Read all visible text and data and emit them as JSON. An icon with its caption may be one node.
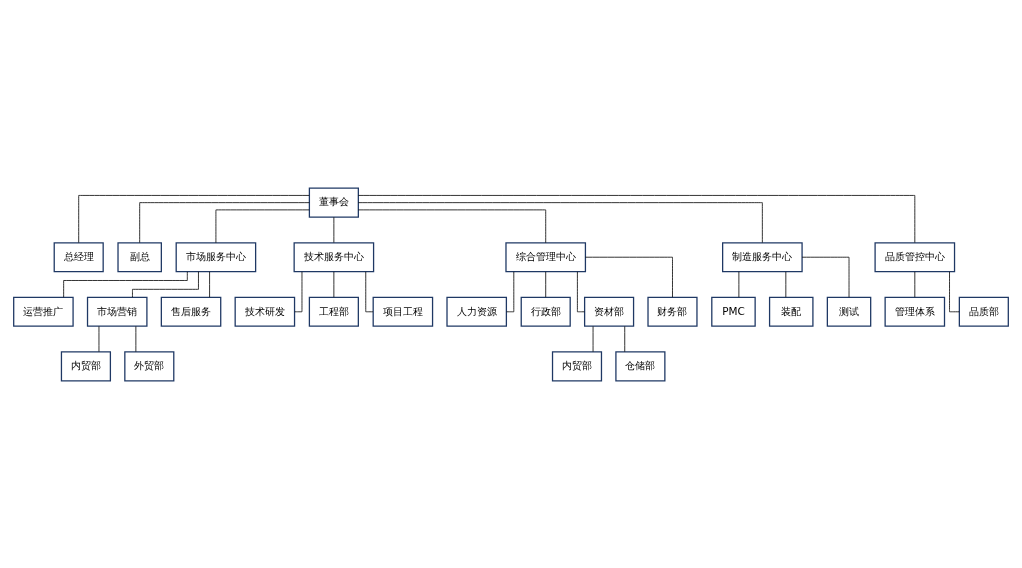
{
  "diagram": {
    "nodes": [
      {
        "text": [
          "董事会"
        ]
      },
      {
        "text": [
          "总经理"
        ]
      },
      {
        "text": [
          "副总"
        ]
      },
      {
        "text": [
          "市场服务中心"
        ]
      },
      {
        "text": [
          "技术服务中心"
        ]
      },
      {
        "text": [
          "综合管理中心"
        ]
      },
      {
        "text": [
          "制造服务中心"
        ]
      },
      {
        "text": [
          "品质管控中心"
        ]
      },
      {
        "text": [
          "运营推广"
        ]
      },
      {
        "text": [
          "市场营销"
        ]
      },
      {
        "text": [
          "售后服务"
        ]
      },
      {
        "text": [
          "技术研发"
        ]
      },
      {
        "text": [
          "工程部"
        ]
      },
      {
        "text": [
          "项目工程"
        ]
      },
      {
        "text": [
          "人力资源"
        ]
      },
      {
        "text": [
          "行政部"
        ]
      },
      {
        "text": [
          "资材部"
        ]
      },
      {
        "text": [
          "财务部"
        ]
      },
      {
        "text": [
          "PMC"
        ]
      },
      {
        "text": [
          "装配"
        ]
      },
      {
        "text": [
          "测试"
        ]
      },
      {
        "text": [
          "管理体系"
        ]
      },
      {
        "text": [
          "品质部"
        ]
      },
      {
        "text": [
          "内贸部"
        ]
      },
      {
        "text": [
          "外贸部"
        ]
      },
      {
        "text": [
          "内贸部"
        ]
      },
      {
        "text": [
          "仓储部"
        ]
      }
    ],
    "edges": [
      {
        "from": 0,
        "to": 1,
        "arrow": "none"
      },
      {
        "from": 0,
        "to": 2,
        "arrow": "none"
      },
      {
        "from": 0,
        "to": 3,
        "arrow": "none"
      },
      {
        "from": 0,
        "to": 4,
        "arrow": "none"
      },
      {
        "from": 0,
        "to": 5,
        "arrow": "none"
      },
      {
        "from": 0,
        "to": 6,
        "arrow": "none"
      },
      {
        "from": 0,
        "to": 7,
        "arrow": "none"
      },
      {
        "from": 3,
        "to": 8,
        "arrow": "none"
      },
      {
        "from": 3,
        "to": 9,
        "arrow": "none"
      },
      {
        "from": 3,
        "to": 10,
        "arrow": "none"
      },
      {
        "from": 4,
        "to": 11,
        "arrow": "none"
      },
      {
        "from": 4,
        "to": 12,
        "arrow": "none"
      },
      {
        "from": 4,
        "to": 13,
        "arrow": "none"
      },
      {
        "from": 5,
        "to": 14,
        "arrow": "none"
      },
      {
        "from": 5,
        "to": 15,
        "arrow": "none"
      },
      {
        "from": 5,
        "to": 16,
        "arrow": "none"
      },
      {
        "from": 5,
        "to": 17,
        "arrow": "none"
      },
      {
        "from": 6,
        "to": 18,
        "arrow": "none"
      },
      {
        "from": 6,
        "to": 19,
        "arrow": "none"
      },
      {
        "from": 6,
        "to": 20,
        "arrow": "none"
      },
      {
        "from": 7,
        "to": 21,
        "arrow": "none"
      },
      {
        "from": 7,
        "to": 22,
        "arrow": "none"
      },
      {
        "from": 9,
        "to": 23,
        "arrow": "none"
      },
      {
        "from": 9,
        "to": 24,
        "arrow": "none"
      },
      {
        "from": 16,
        "to": 25,
        "arrow": "none"
      },
      {
        "from": 16,
        "to": 26,
        "arrow": "none"
      }
    ]
  }
}
